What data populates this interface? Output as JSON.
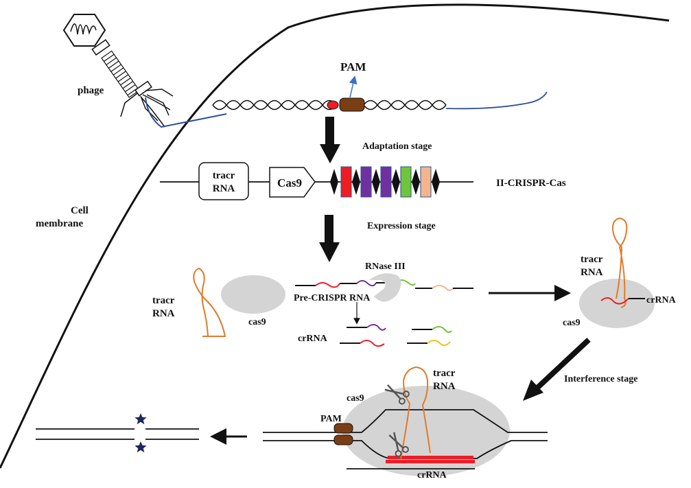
{
  "labels": {
    "phage": "phage",
    "pam_top": "PAM",
    "adaptation_stage": "Adaptation stage",
    "tracr_box_line1": "tracr",
    "tracr_box_line2": "RNA",
    "cas9_gene": "Cas9",
    "ii_crispr_cas": "II-CRISPR-Cas",
    "cell_membrane_line1": "Cell",
    "cell_membrane_line2": "membrane",
    "expression_stage": "Expression stage",
    "rnase_iii": "RNase III",
    "pre_crispr_rna": "Pre-CRISPR RNA",
    "tracr_left_line1": "tracr",
    "tracr_left_line2": "RNA",
    "cas9_left": "cas9",
    "crrna_mid": "crRNA",
    "tracr_right_line1": "tracr",
    "tracr_right_line2": "RNA",
    "cas9_right": "cas9",
    "crrna_right": "crRNA",
    "interference_stage": "Interference stage",
    "cas9_bottom": "cas9",
    "tracr_bottom_line1": "tracr",
    "tracr_bottom_line2": "RNA",
    "pam_bottom": "PAM",
    "crrna_bottom": "crRNA"
  },
  "colors": {
    "black": "#111111",
    "gray_protein": "#d4d4d4",
    "blue_dna": "#2f4f9a",
    "blue_arrow": "#3a6fc4",
    "orange_rna": "#e07a2a",
    "red": "#ee1c25",
    "purple": "#7030a0",
    "green": "#6ec63a",
    "peach": "#f5b58a",
    "yellow": "#f2c21b",
    "pam_brown": "#7a3e14",
    "star": "#1b2a5a"
  },
  "crispr_array_colors": [
    "#ee1c25",
    "#7030a0",
    "#7030a0",
    "#6ec63a",
    "#f5b58a"
  ],
  "icons": [
    "scissors-icon",
    "star-icon",
    "arrow-icon"
  ]
}
